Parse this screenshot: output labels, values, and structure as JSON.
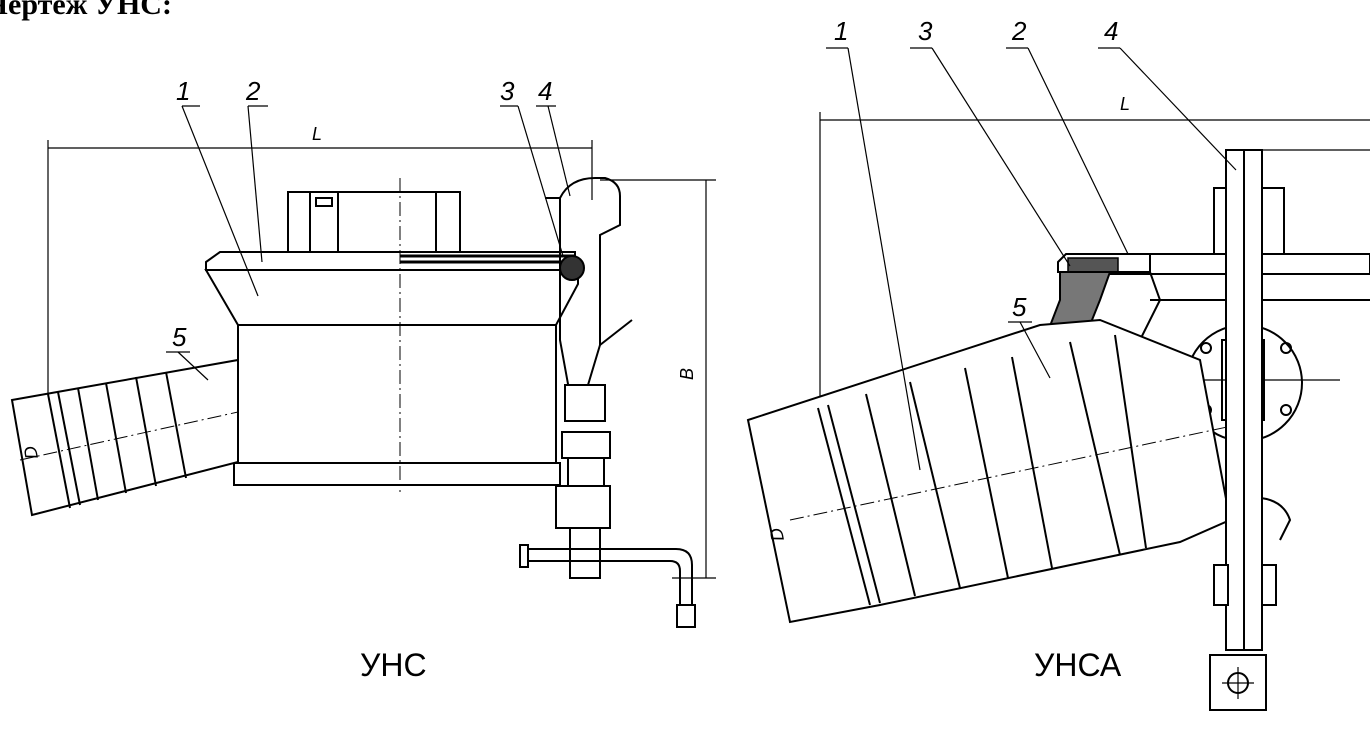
{
  "page": {
    "title": "Чертеж УНС:"
  },
  "left_drawing": {
    "caption": "УНС",
    "callouts": [
      "1",
      "2",
      "3",
      "4",
      "5"
    ],
    "dim_length": "L",
    "dim_height": "B",
    "dim_diameter": "D"
  },
  "right_drawing": {
    "caption": "УНСА",
    "callouts": [
      "1",
      "3",
      "2",
      "4",
      "5"
    ],
    "dim_length": "L",
    "dim_diameter": "D"
  }
}
